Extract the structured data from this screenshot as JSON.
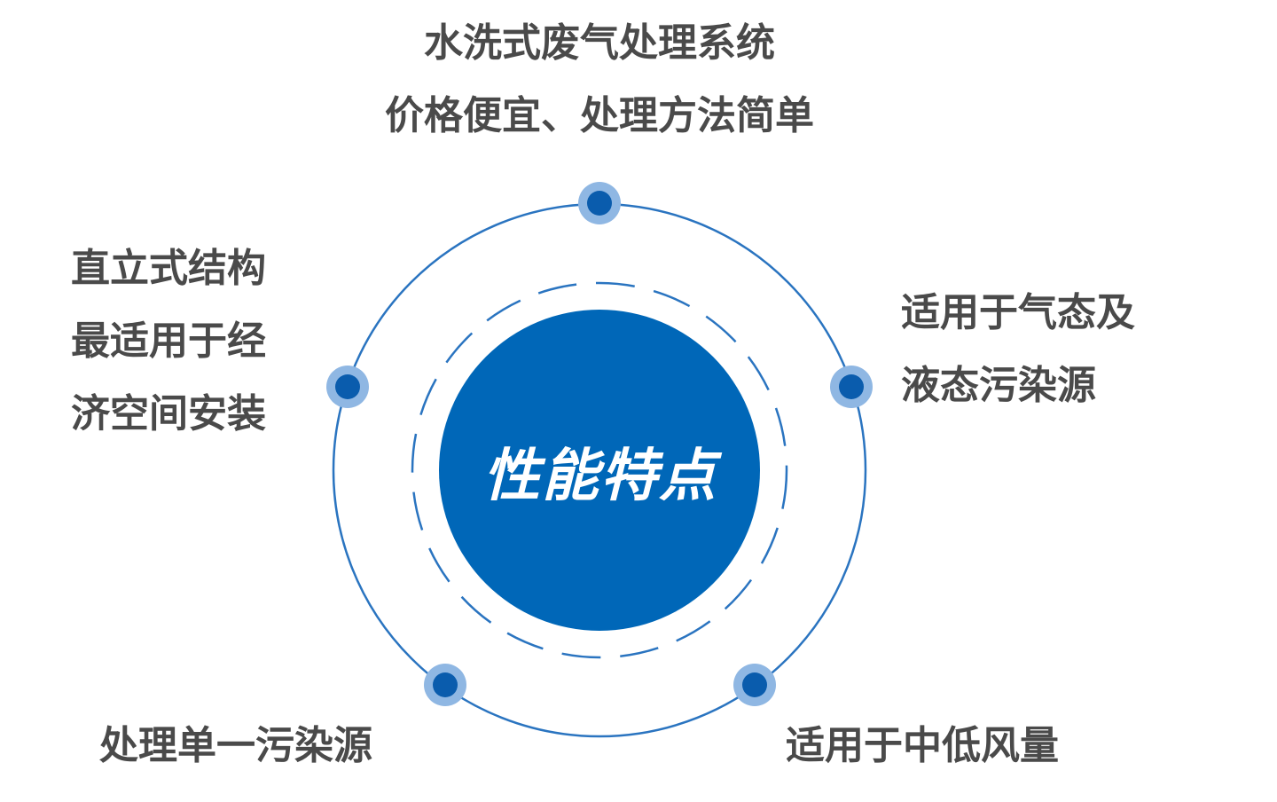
{
  "center": {
    "title": "性能特点"
  },
  "features": {
    "top": [
      "水洗式废气处理系统",
      "价格便宜、处理方法简单"
    ],
    "left": [
      "直立式结构",
      "最适用于经",
      "济空间安装"
    ],
    "right": [
      "适用于气态及",
      "液态污染源"
    ],
    "bottom_left": [
      "处理单一污染源"
    ],
    "bottom_right": [
      "适用于中低风量"
    ]
  },
  "colors": {
    "core": "#0067b8",
    "ring": "#2a74c0",
    "dot": "#0a5cad",
    "dot_halo": "#8fb7e3",
    "text": "#4a4a4a"
  }
}
